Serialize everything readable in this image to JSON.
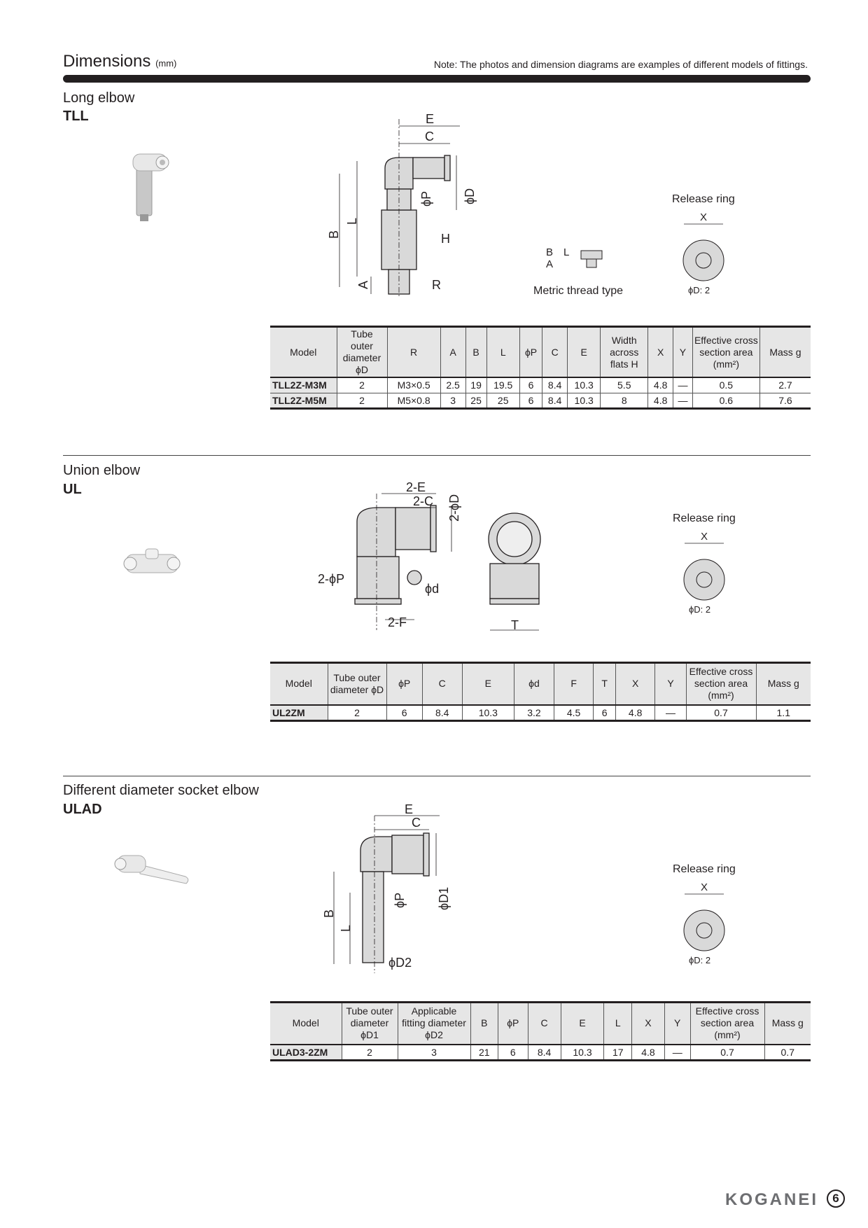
{
  "header": {
    "title": "Dimensions",
    "unit": "(mm)",
    "note": "Note: The photos and dimension diagrams are examples of different models of fittings."
  },
  "sections": [
    {
      "name": "Long elbow",
      "code": "TLL",
      "drawing": {
        "labels": {
          "E": "E",
          "C": "C",
          "B": "B",
          "L": "L",
          "P": "ϕP",
          "D": "ϕD",
          "H": "H",
          "R": "R",
          "A": "A"
        },
        "metric_label": "Metric thread type",
        "metric_B": "B",
        "metric_A": "A",
        "metric_L": "L"
      },
      "release": {
        "title": "Release ring",
        "x": "X",
        "d": "ϕD: 2"
      },
      "table": {
        "headers": [
          "Model",
          "Tube outer diameter ϕD",
          "R",
          "A",
          "B",
          "L",
          "ϕP",
          "C",
          "E",
          "Width across flats H",
          "X",
          "Y",
          "Effective cross section area (mm²)",
          "Mass g"
        ],
        "rows": [
          [
            "TLL2Z-M3M",
            "2",
            "M3×0.5",
            "2.5",
            "19",
            "19.5",
            "6",
            "8.4",
            "10.3",
            "5.5",
            "4.8",
            "—",
            "0.5",
            "2.7"
          ],
          [
            "TLL2Z-M5M",
            "2",
            "M5×0.8",
            "3",
            "25",
            "25",
            "6",
            "8.4",
            "10.3",
            "8",
            "4.8",
            "—",
            "0.6",
            "7.6"
          ]
        ]
      }
    },
    {
      "name": "Union elbow",
      "code": "UL",
      "drawing": {
        "labels": {
          "E": "2-E",
          "C": "2-C",
          "D": "2-ϕD",
          "P": "2-ϕP",
          "d": "ϕd",
          "F": "2-F",
          "T": "T"
        }
      },
      "release": {
        "title": "Release ring",
        "x": "X",
        "d": "ϕD: 2"
      },
      "table": {
        "headers": [
          "Model",
          "Tube outer diameter ϕD",
          "ϕP",
          "C",
          "E",
          "ϕd",
          "F",
          "T",
          "X",
          "Y",
          "Effective cross section area (mm²)",
          "Mass g"
        ],
        "rows": [
          [
            "UL2ZM",
            "2",
            "6",
            "8.4",
            "10.3",
            "3.2",
            "4.5",
            "6",
            "4.8",
            "—",
            "0.7",
            "1.1"
          ]
        ]
      }
    },
    {
      "name": "Different diameter socket elbow",
      "code": "ULAD",
      "drawing": {
        "labels": {
          "E": "E",
          "C": "C",
          "B": "B",
          "L": "L",
          "P": "ϕP",
          "D1": "ϕD1",
          "D2": "ϕD2"
        }
      },
      "release": {
        "title": "Release ring",
        "x": "X",
        "d": "ϕD: 2"
      },
      "table": {
        "headers": [
          "Model",
          "Tube outer diameter ϕD1",
          "Applicable fitting diameter ϕD2",
          "B",
          "ϕP",
          "C",
          "E",
          "L",
          "X",
          "Y",
          "Effective cross section area (mm²)",
          "Mass g"
        ],
        "rows": [
          [
            "ULAD3-2ZM",
            "2",
            "3",
            "21",
            "6",
            "8.4",
            "10.3",
            "17",
            "4.8",
            "—",
            "0.7",
            "0.7"
          ]
        ]
      }
    }
  ],
  "footer": {
    "brand": "KOGANEI",
    "page": "6"
  }
}
